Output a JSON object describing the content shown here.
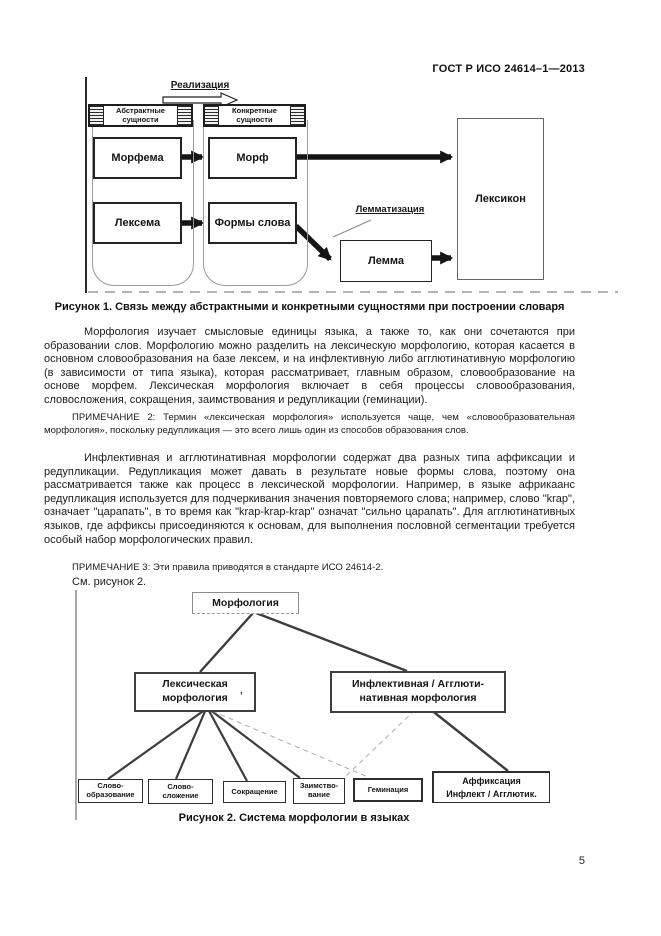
{
  "page": {
    "header": "ГОСТ Р ИСО 24614–1—2013",
    "number": "5"
  },
  "figure1": {
    "realization_label": "Реализация",
    "banner_abstract": {
      "line1": "Абстрактные",
      "line2": "сущности"
    },
    "banner_concrete": {
      "line1": "Конкретные",
      "line2": "сущности"
    },
    "boxes": {
      "morpheme": "Морфема",
      "morph": "Морф",
      "lexeme": "Лексема",
      "wordforms": "Формы слова",
      "lemma": "Лемма",
      "lexicon": "Лексикон"
    },
    "lemmatization_label": "Лемматизация",
    "caption": "Рисунок 1. Связь между абстрактными и конкретными сущностями при построении словаря"
  },
  "body": {
    "paragraph1": "Морфология изучает смысловые единицы языка, а также то, как они  сочетаются при образовании слов. Морфологию можно разделить на лексическую морфологию, которая касается в основном  словообразования на базе лексем, и на инфлективную либо агглютинативную морфологию (в зависимости от типа языка), которая рассматривает, главным образом, словообразование на основе морфем. Лексическая морфология включает в себя процессы словообразования, словосложения, сокращения, заимствования и редупликации (геминации).",
    "note2": "ПРИМЕЧАНИЕ 2:  Термин «лексическая морфология» используется чаще, чем «словообразовательная морфология», поскольку редупликация — это всего лишь один из способов образования слов.",
    "paragraph2": "Инфлективная и агглютинативная морфологии содержат два разных типа аффиксации и редупликации. Редупликация может давать в результате новые формы слова, поэтому она рассматривается также как процесс в лексической морфологии. Например, в языке африкаанс редупликация используется для подчеркивания значения повторяемого слова; например, слово \"krap\", означает \"царапать\", в то время как \"krap-krap-krap\" означат \"сильно царапать\". Для агглютинативных языков, где аффиксы присоединяются к основам, для выполнения пословной сегментации требуется  особый набор морфологических правил.",
    "note3": "ПРИМЕЧАНИЕ 3: Эти правила приводятся в стандарте ИСО 24614-2.",
    "see_figure2": "См. рисунок 2."
  },
  "figure2": {
    "root": "Морфология",
    "lexical": {
      "line1": "Лексическая",
      "line2": "морфология",
      "mark": "’"
    },
    "inflective": {
      "line1": "Инфлективная / Агглюти-",
      "line2": "нативная морфология"
    },
    "leaves": [
      {
        "line1": "Слово-",
        "line2": "образование"
      },
      {
        "line1": "Слово-",
        "line2": "сложение"
      },
      {
        "line1": "Сокращение",
        "line2": ""
      },
      {
        "line1": "Заимство-",
        "line2": "вание"
      },
      {
        "line1": "Геминация",
        "line2": ""
      },
      {
        "line1": "Аффиксация",
        "line2": "Инфлект / Агглютик."
      }
    ],
    "caption": "Рисунок 2.  Система морфологии в языках"
  }
}
